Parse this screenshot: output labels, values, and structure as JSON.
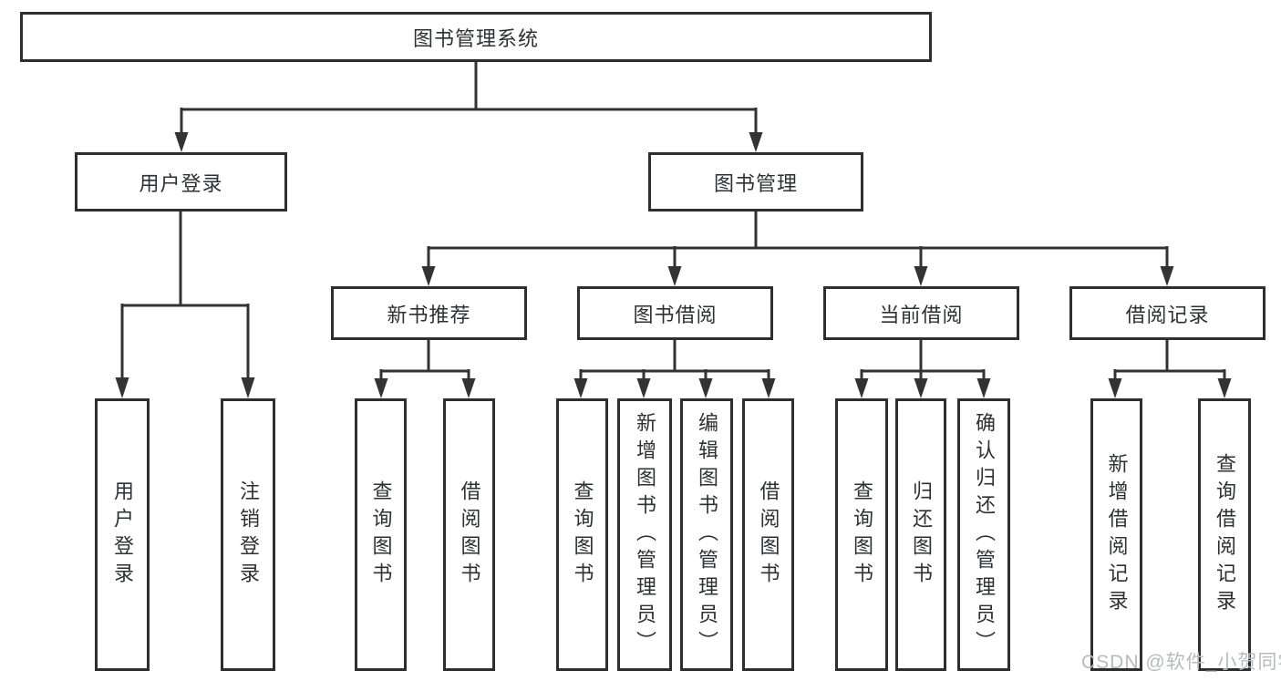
{
  "diagram": {
    "type": "tree",
    "colors": {
      "line": "#333333",
      "box_border": "#2e2e2e",
      "text": "#2f3035",
      "watermark": "#b7babf",
      "background": "#ffffff"
    },
    "tree": {
      "root": {
        "label": "图书管理系统",
        "children": [
          {
            "label": "用户登录",
            "children": [
              {
                "label": "用户登录"
              },
              {
                "label": "注销登录"
              }
            ]
          },
          {
            "label": "图书管理",
            "children": [
              {
                "label": "新书推荐",
                "children": [
                  {
                    "label": "查询图书"
                  },
                  {
                    "label": "借阅图书"
                  }
                ]
              },
              {
                "label": "图书借阅",
                "children": [
                  {
                    "label": "查询图书"
                  },
                  {
                    "label": "新增图书（管理员）"
                  },
                  {
                    "label": "编辑图书（管理员）"
                  },
                  {
                    "label": "借阅图书"
                  }
                ]
              },
              {
                "label": "当前借阅",
                "children": [
                  {
                    "label": "查询图书"
                  },
                  {
                    "label": "归还图书"
                  },
                  {
                    "label": "确认归还（管理员）"
                  }
                ]
              },
              {
                "label": "借阅记录",
                "children": [
                  {
                    "label": "新增借阅记录"
                  },
                  {
                    "label": "查询借阅记录"
                  }
                ]
              }
            ]
          }
        ]
      }
    },
    "watermark": {
      "text": "CSDN @软件_小贺同学"
    }
  }
}
